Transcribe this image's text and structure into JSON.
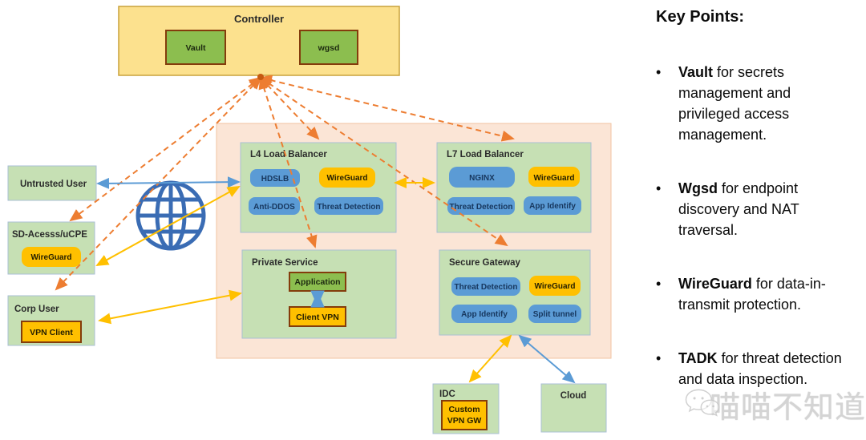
{
  "diagram": {
    "controller": {
      "label": "Controller",
      "vault": "Vault",
      "wgsd": "wgsd"
    },
    "left": {
      "untrusted_label": "Untrusted User",
      "sd_label": "SD-Acesss/uCPE",
      "sd_pill": "WireGuard",
      "corp_label": "Corp User",
      "corp_pill": "VPN Client"
    },
    "l4": {
      "title": "L4 Load Balancer",
      "pills": [
        "HDSLB",
        "WireGuard",
        "Anti-DDOS",
        "Threat Detection"
      ]
    },
    "l7": {
      "title": "L7 Load Balancer",
      "pills": [
        "NGINX",
        "WireGuard",
        "Threat Detection",
        "App Identify"
      ]
    },
    "private_service": {
      "title": "Private Service",
      "application": "Application",
      "client_vpn": "Client VPN"
    },
    "secure_gateway": {
      "title": "Secure Gateway",
      "pills": [
        "Threat Detection",
        "WireGuard",
        "App Identify",
        "Split tunnel"
      ]
    },
    "idc": {
      "title": "IDC",
      "pill_line1": "Custom",
      "pill_line2": "VPN GW"
    },
    "cloud": {
      "title": "Cloud"
    }
  },
  "key_points": {
    "title": "Key Points",
    "colon": ":",
    "bullet_char": "•",
    "bullets": [
      {
        "keyword": "Vault",
        "rest": " for secrets management and privileged access management."
      },
      {
        "keyword": "Wgsd",
        "rest": " for endpoint discovery and NAT traversal."
      },
      {
        "keyword": "WireGuard",
        "rest": " for data-in-transmit protection."
      },
      {
        "keyword": "TADK",
        "rest": " for threat detection and data inspection."
      }
    ]
  },
  "watermark": {
    "text": "喵喵不知道",
    "icon": "wechat-icon"
  },
  "colors": {
    "controller_fill": "#FCE18E",
    "controller_border": "#C9A23B",
    "green_box": "#C6E0B4",
    "green_box_border": "#A9BFD4",
    "bright_green": "#8CBE4F",
    "brown_border": "#843C0C",
    "blue_pill": "#5B9BD5",
    "orange_pill": "#FFC000",
    "peach_container": "#FBE5D6",
    "peach_border": "#F0C3A2",
    "dashed_arrow_orange": "#ED7D31",
    "arrow_yellow": "#FFC000",
    "arrow_blue": "#5B9BD5",
    "globe_blue": "#3A6CB4"
  }
}
